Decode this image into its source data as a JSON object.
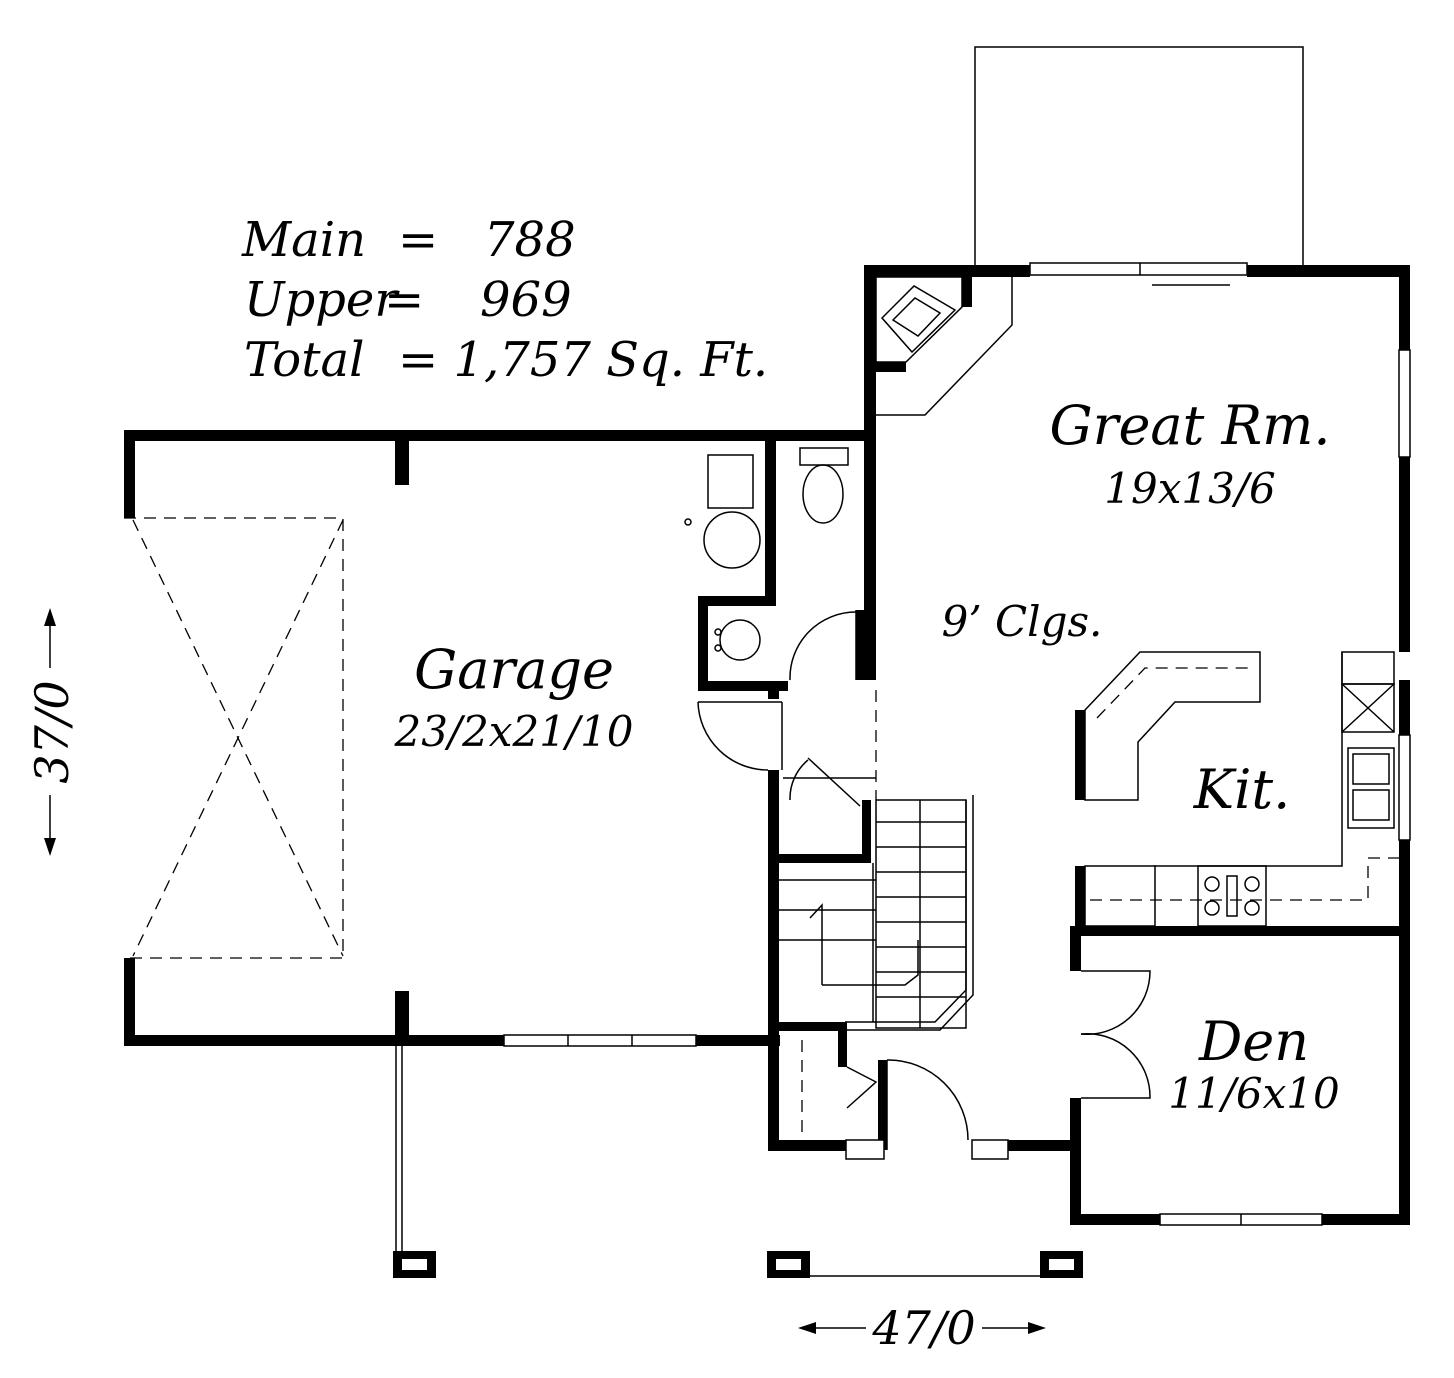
{
  "area_summary": {
    "main_label": "Main",
    "main_eq": "=",
    "main_value": "788",
    "upper_label": "Upper",
    "upper_eq": "=",
    "upper_value": "969",
    "total_label": "Total",
    "total_value": "= 1,757 Sq. Ft."
  },
  "rooms": {
    "great_room_name": "Great Rm.",
    "great_room_dim": "19x13/6",
    "ceiling_note": "9’ Clgs.",
    "garage_name": "Garage",
    "garage_dim": "23/2x21/10",
    "kitchen_name": "Kit.",
    "den_name": "Den",
    "den_dim": "11/6x10"
  },
  "dimensions": {
    "depth": "37/0",
    "width": "47/0"
  }
}
